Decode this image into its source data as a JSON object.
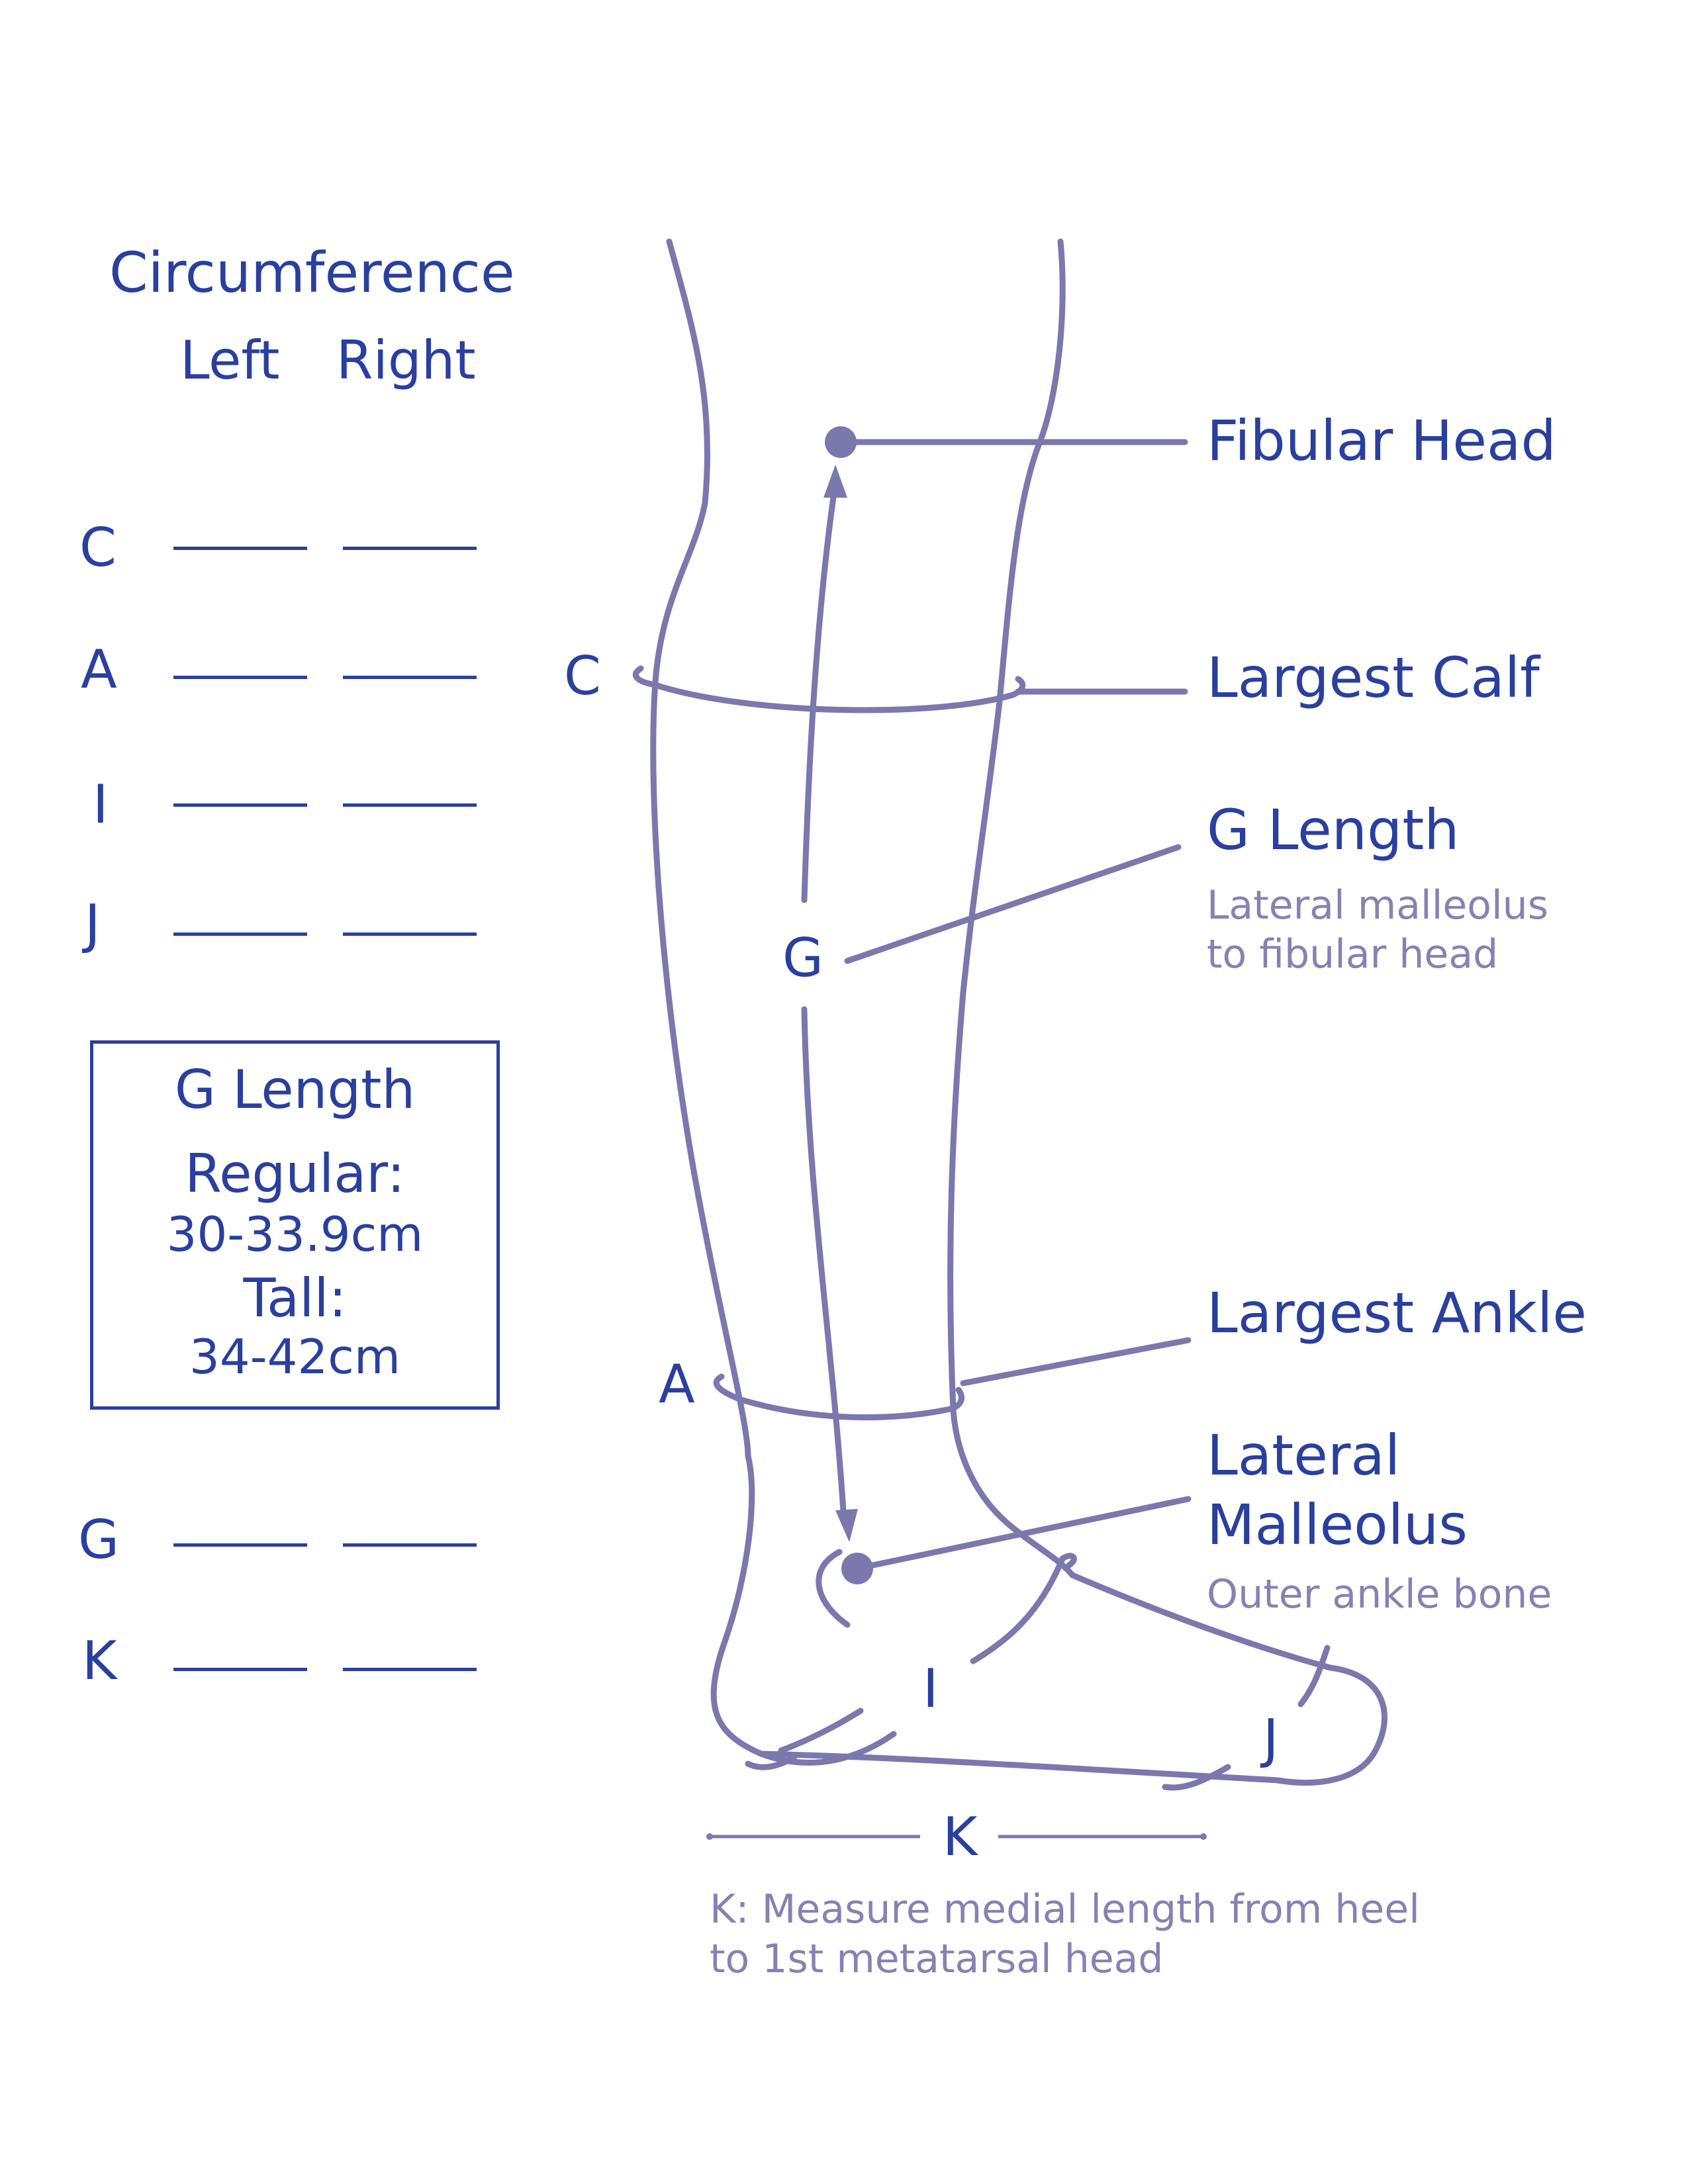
{
  "table": {
    "title": "Circumference",
    "col_left": "Left",
    "col_right": "Right",
    "rows": [
      "C",
      "A",
      "I",
      "J",
      "G",
      "K"
    ]
  },
  "g_box": {
    "title": "G Length",
    "regular_label": "Regular:",
    "regular_value": "30-33.9cm",
    "tall_label": "Tall:",
    "tall_value": "34-42cm"
  },
  "diagram": {
    "labels": {
      "C": "C",
      "A": "A",
      "G": "G",
      "I": "I",
      "J": "J",
      "K": "K"
    },
    "annotations": {
      "fibular_head": "Fibular Head",
      "largest_calf": "Largest Calf",
      "g_length": "G Length",
      "g_length_note_1": "Lateral malleolus",
      "g_length_note_2": "to fibular head",
      "largest_ankle": "Largest Ankle",
      "lateral_malleolus_1": "Lateral",
      "lateral_malleolus_2": "Malleolus",
      "lateral_malleolus_note": "Outer ankle bone"
    },
    "k_note_1": "K: Measure medial length from heel",
    "k_note_2": "to 1st metatarsal head"
  },
  "colors": {
    "text_blue": "#2a3f9e",
    "leg_purple": "#7b78ae",
    "note_grey": "#8582b3"
  }
}
